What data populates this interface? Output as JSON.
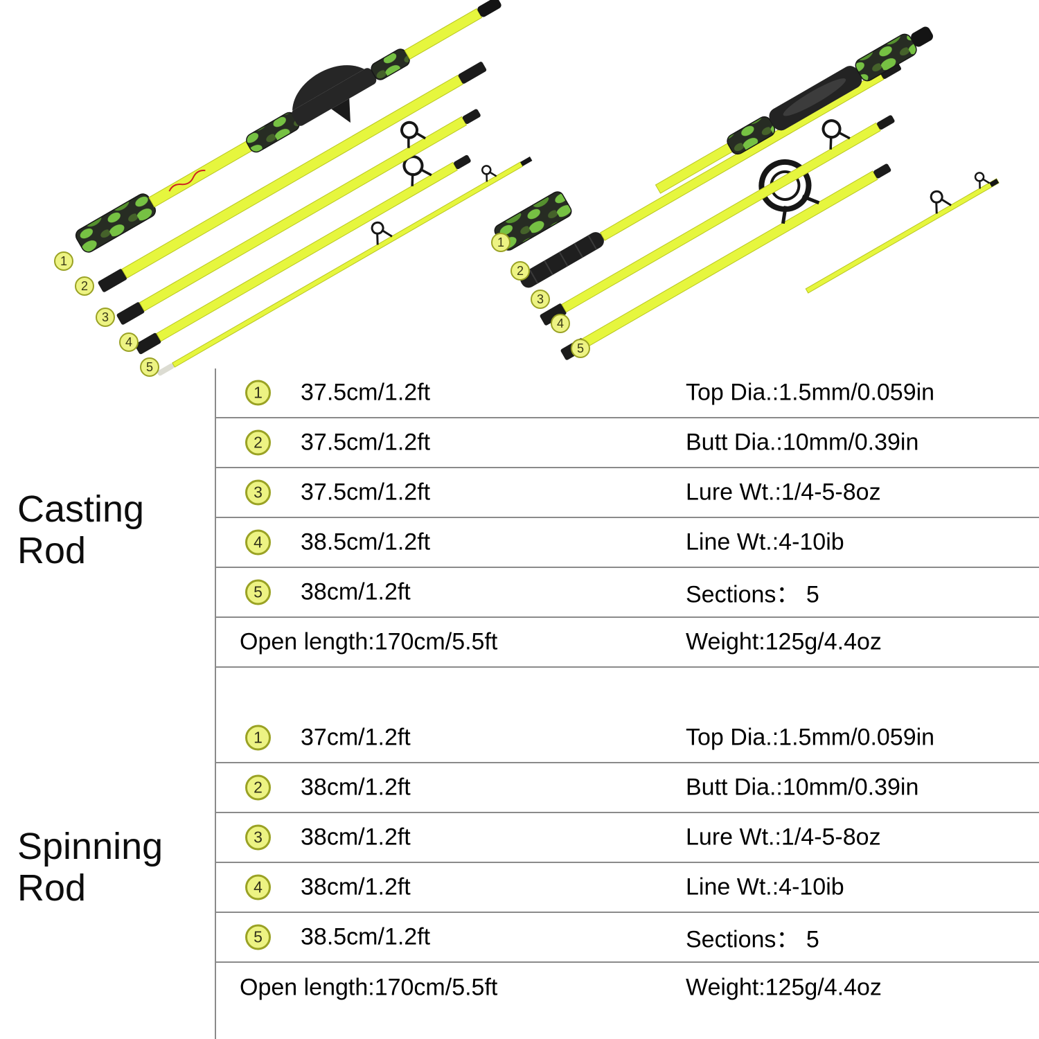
{
  "colors": {
    "rod_yellow": "#e6f63e",
    "camo_green": "#76c143",
    "camo_dark": "#272c23",
    "badge_fill": "#edf383",
    "badge_border": "#9aa224",
    "divider_line": "#8a8a8a"
  },
  "casting_image": {
    "badges": [
      "1",
      "2",
      "3",
      "4",
      "5"
    ]
  },
  "spinning_image": {
    "badges": [
      "1",
      "2",
      "3",
      "4",
      "5"
    ]
  },
  "casting": {
    "label": "Casting Rod",
    "rows": [
      {
        "num": "1",
        "length": "37.5cm/1.2ft",
        "spec": "Top Dia.:1.5mm/0.059in"
      },
      {
        "num": "2",
        "length": "37.5cm/1.2ft",
        "spec": "Butt Dia.:10mm/0.39in"
      },
      {
        "num": "3",
        "length": "37.5cm/1.2ft",
        "spec": "Lure Wt.:1/4-5-8oz"
      },
      {
        "num": "4",
        "length": "38.5cm/1.2ft",
        "spec": "Line Wt.:4-10ib"
      },
      {
        "num": "5",
        "length": "38cm/1.2ft",
        "spec": "Sections： 5"
      }
    ],
    "open_length": "Open length:170cm/5.5ft",
    "weight": "Weight:125g/4.4oz"
  },
  "spinning": {
    "label": "Spinning Rod",
    "rows": [
      {
        "num": "1",
        "length": "37cm/1.2ft",
        "spec": "Top Dia.:1.5mm/0.059in"
      },
      {
        "num": "2",
        "length": "38cm/1.2ft",
        "spec": "Butt Dia.:10mm/0.39in"
      },
      {
        "num": "3",
        "length": "38cm/1.2ft",
        "spec": "Lure Wt.:1/4-5-8oz"
      },
      {
        "num": "4",
        "length": "38cm/1.2ft",
        "spec": "Line Wt.:4-10ib"
      },
      {
        "num": "5",
        "length": "38.5cm/1.2ft",
        "spec": "Sections： 5"
      }
    ],
    "open_length": "Open length:170cm/5.5ft",
    "weight": "Weight:125g/4.4oz"
  }
}
